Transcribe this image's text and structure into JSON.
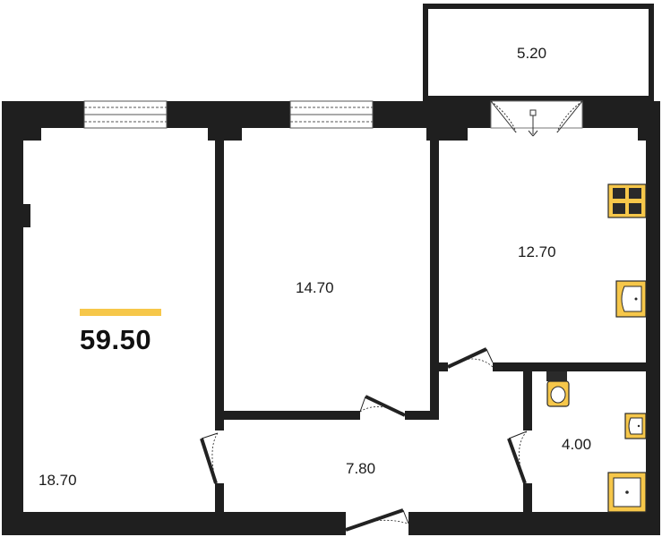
{
  "floorplan": {
    "total_area": "59.50",
    "rooms": {
      "balcony": "5.20",
      "kitchen": "12.70",
      "bedroom": "14.70",
      "living": "18.70",
      "hall": "7.80",
      "bathroom": "4.00"
    }
  },
  "colors": {
    "wall": "#1f1f1f",
    "accent": "#f6c74a",
    "fixture_outline": "#2a2a2a",
    "text": "#1a1a1a"
  },
  "icons": [
    "stove-icon",
    "sink-icon",
    "toilet-icon",
    "washbasin-icon",
    "shower-tray-icon"
  ]
}
